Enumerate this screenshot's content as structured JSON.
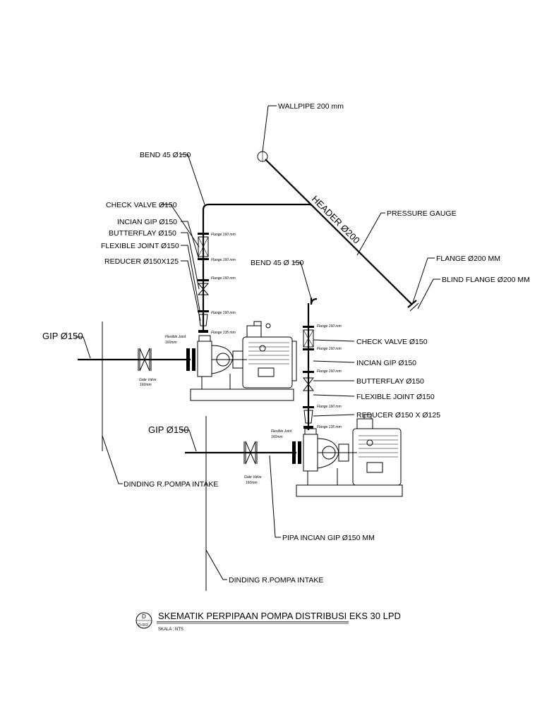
{
  "title": "SKEMATIK PERPIPAAN POMPA DISTRIBUSI EKS 30 LPD",
  "subtitle": "SKALA : NTS",
  "detail_number": "D",
  "detail_sheet": "D-003",
  "labels": {
    "wallpipe": "WALLPIPE 200 mm",
    "header": "HEADER Ø200",
    "pressure_gauge": "PRESSURE GAUGE",
    "flange_200": "FLANGE Ø200 MM",
    "blind_flange": "BLIND FLANGE Ø200 MM",
    "pump1": {
      "bend": "BEND 45 Ø150",
      "check_valve": "CHECK VALVE Ø150",
      "incian_gip": "INCIAN GIP Ø150",
      "butterfly": "BUTTERFLAY Ø150",
      "flexible_joint": "FLEXIBLE JOINT Ø150",
      "reducer": "REDUCER Ø150X125",
      "gip": "GIP Ø150",
      "wall": "DINDING R.POMPA INTAKE"
    },
    "pump2": {
      "bend": "BEND 45 Ø 150",
      "check_valve": "CHECK VALVE Ø150",
      "incian_gip": "INCIAN GIP Ø150",
      "butterfly": "BUTTERFLAY Ø150",
      "flexible_joint": "FLEXIBLE JOINT Ø150",
      "reducer": "REDUCER Ø150 X Ø125",
      "gip": "GIP Ø150",
      "pipa": "PIPA INCIAN GIP Ø150 MM",
      "wall": "DINDING R.POMPA INTAKE"
    }
  },
  "small_labels": {
    "flange_160": "Flange 160 mm",
    "flange_135": "Flange 135 mm",
    "flexible_joint": "Flexible Joint",
    "flexible_joint_size": "160mm",
    "gate_valve": "Gate Valve",
    "gate_valve_size": "160mm"
  }
}
